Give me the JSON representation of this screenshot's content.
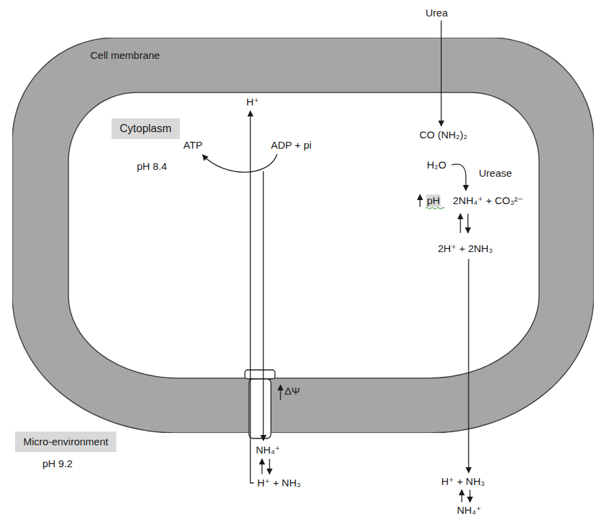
{
  "diagram": {
    "nodes": [
      {
        "text": [
          "Cell membrane"
        ]
      },
      {
        "text": [
          "Cytoplasm"
        ],
        "in": 0
      },
      {
        "text": [
          "Micro-environment"
        ]
      }
    ],
    "labels": [
      "Urea",
      "pH 8.4",
      "CO (NH₂)₂",
      "H₂O",
      "Urease",
      "pH",
      "2NH₄⁺ + CO₃²⁻",
      "2H⁺ + 2NH₃",
      "H⁺",
      "ATP",
      "ADP + pi",
      "ΔΨ",
      "NH₄⁺",
      "H⁺ + NH₃",
      "H⁺ + NH₃",
      "NH₄⁺",
      "pH 9.2"
    ]
  }
}
